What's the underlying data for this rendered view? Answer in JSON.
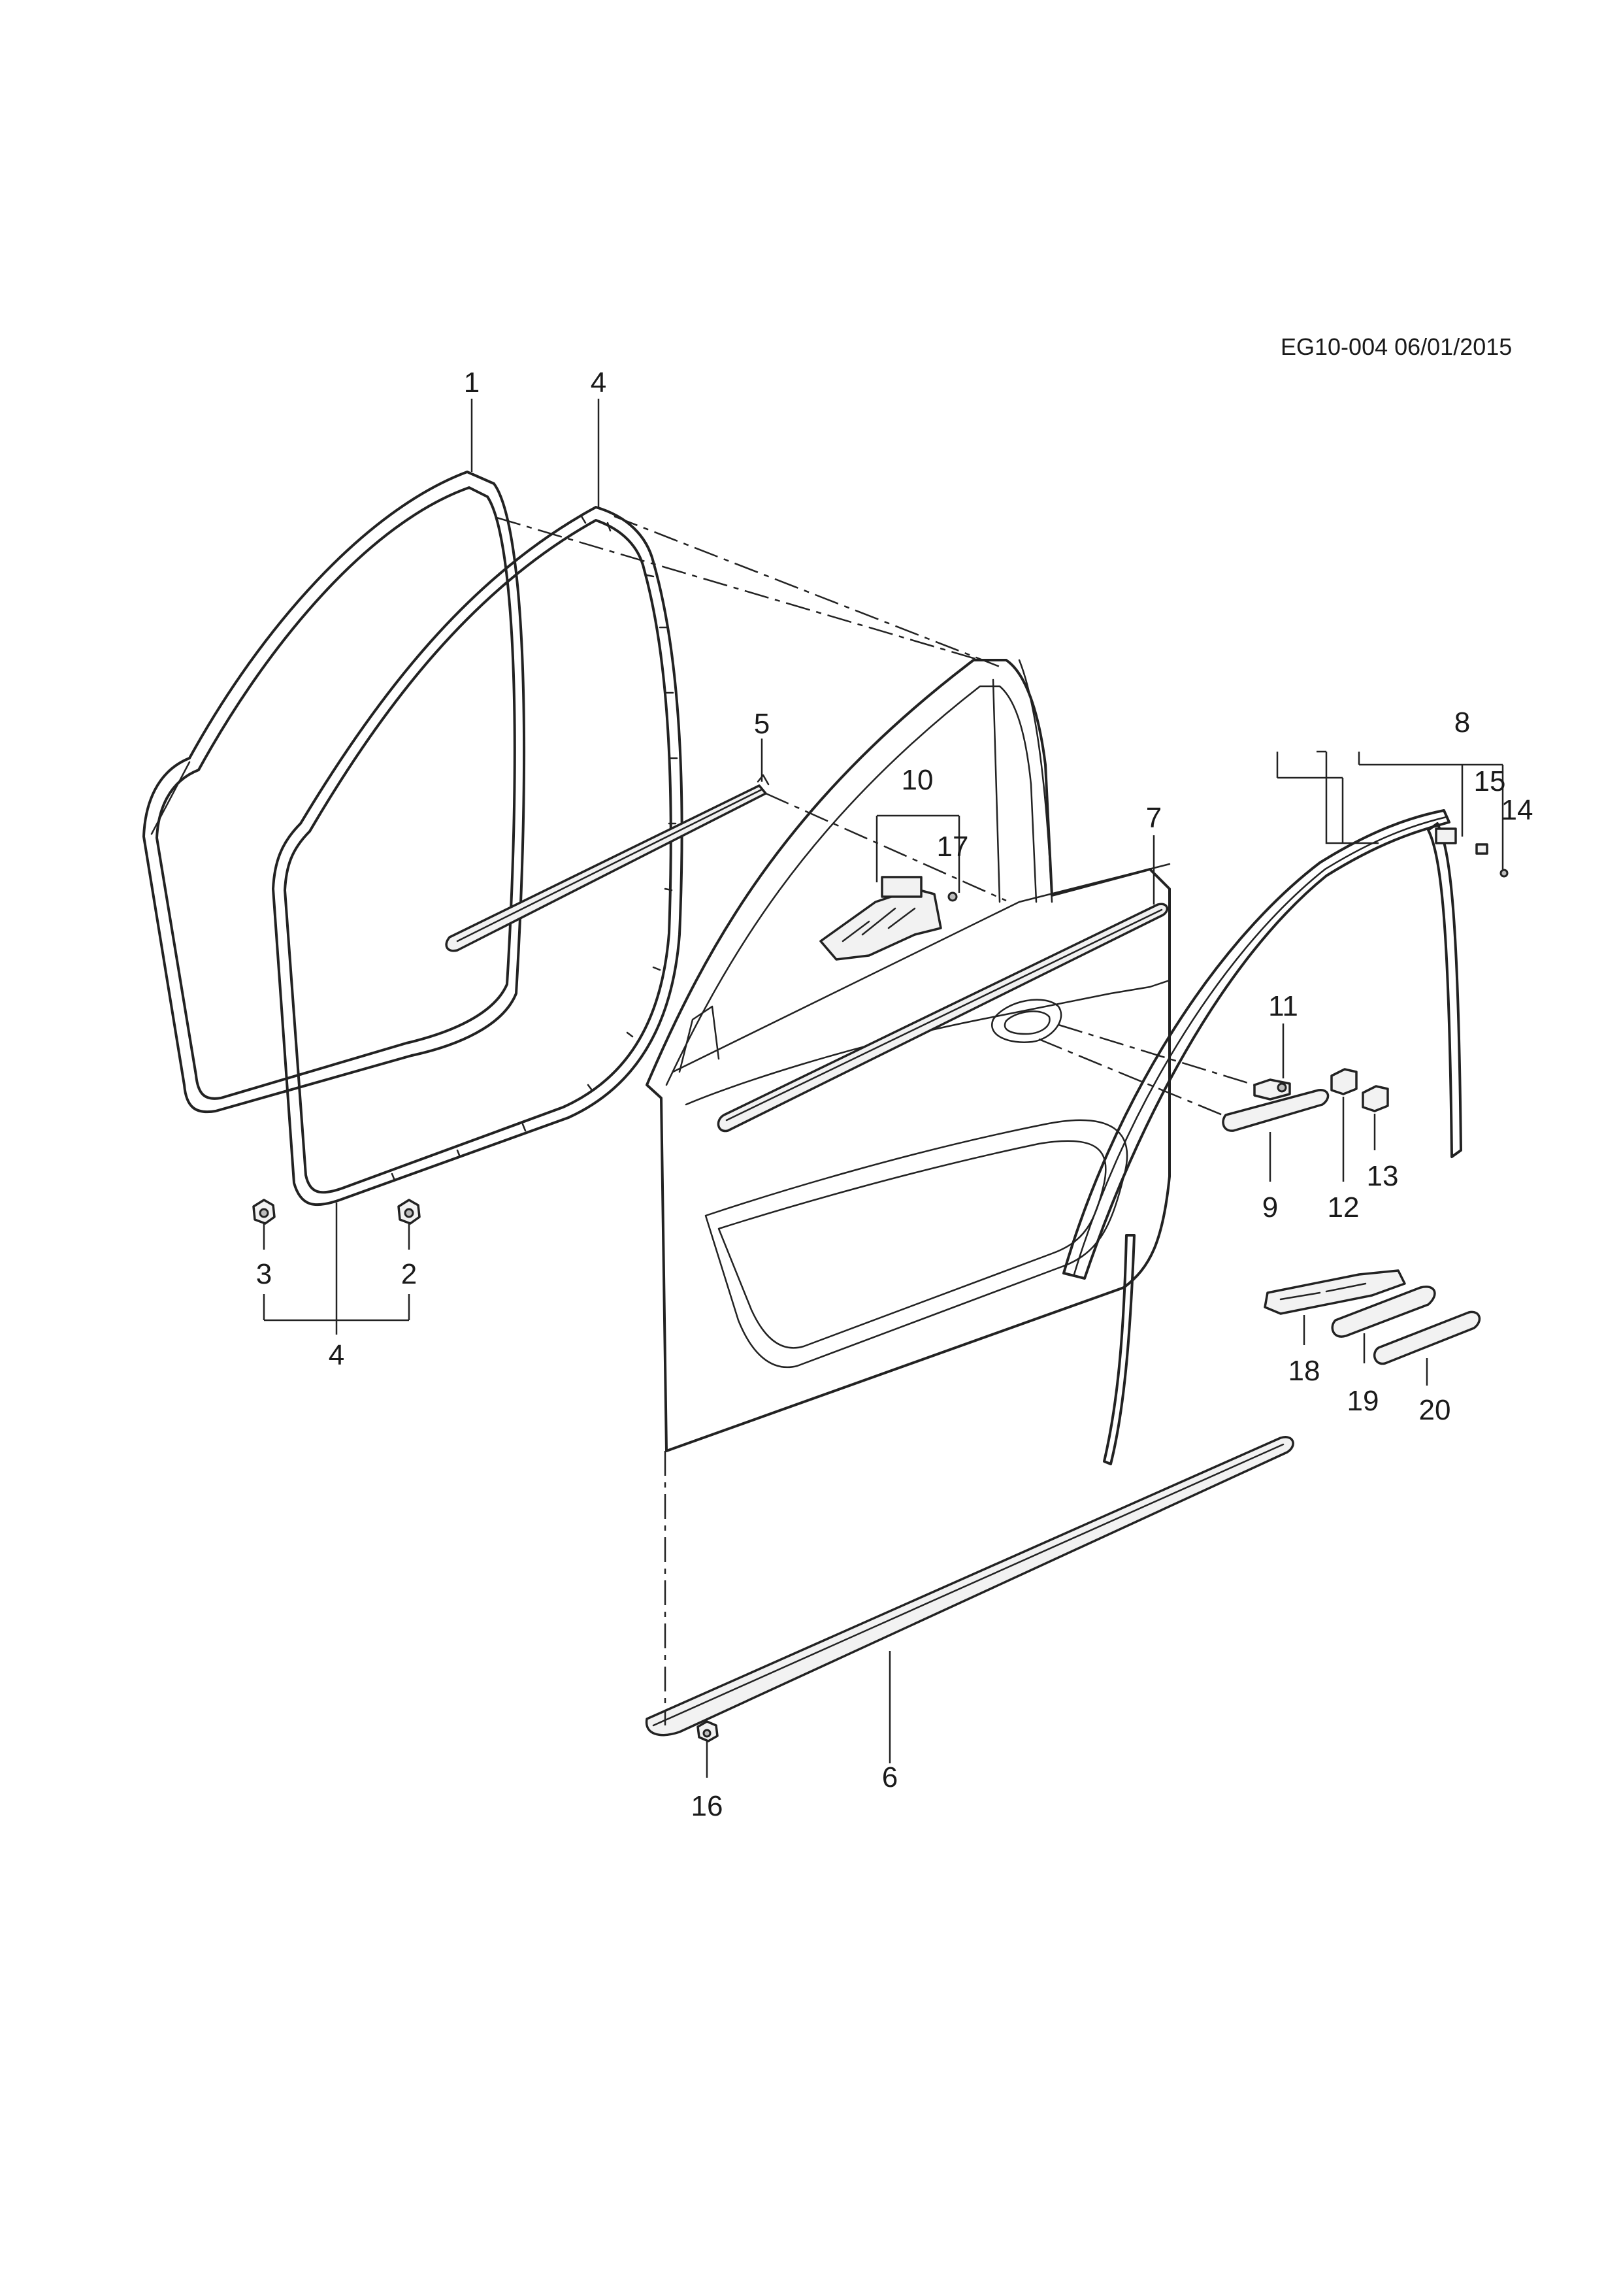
{
  "document_id": "EG10-004 06/01/2015",
  "callouts": {
    "c1": "1",
    "c4_top": "4",
    "c5": "5",
    "c10": "10",
    "c17": "17",
    "c7": "7",
    "c8": "8",
    "c15": "15",
    "c14": "14",
    "c11": "11",
    "c9": "9",
    "c12": "12",
    "c13": "13",
    "c3": "3",
    "c2": "2",
    "c4_bottom": "4",
    "c18": "18",
    "c19": "19",
    "c20": "20",
    "c6": "6",
    "c16": "16"
  }
}
